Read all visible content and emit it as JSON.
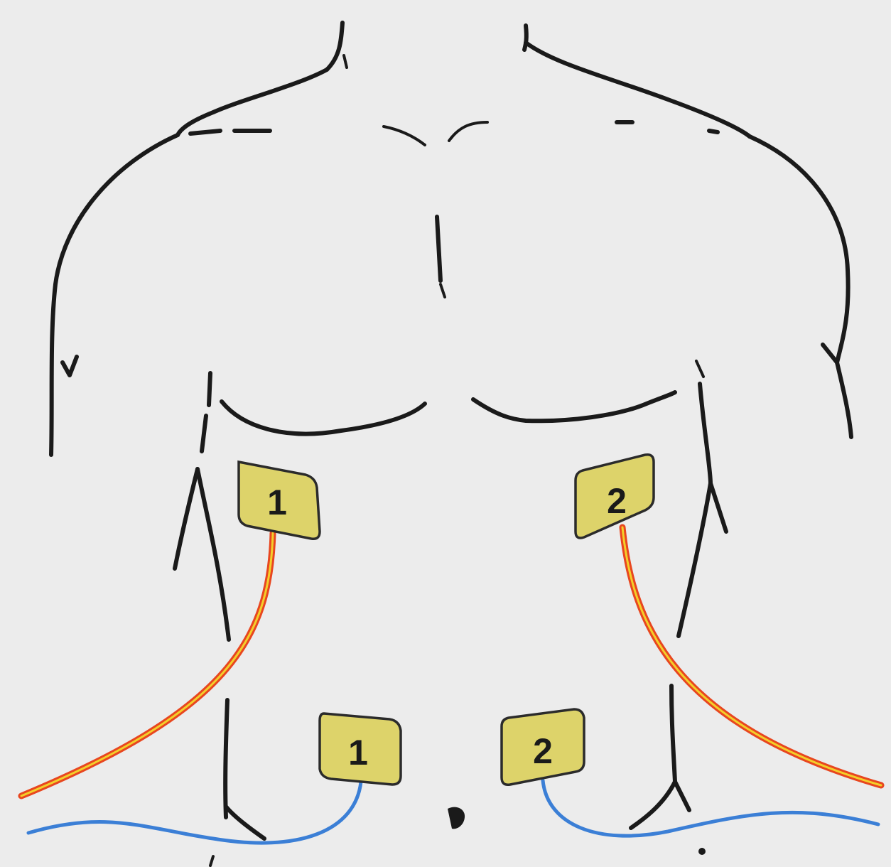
{
  "diagram": {
    "pads": [
      {
        "id": "upper-left",
        "label": "1",
        "color": "#ddd36a"
      },
      {
        "id": "upper-right",
        "label": "2",
        "color": "#ddd36a"
      },
      {
        "id": "lower-left",
        "label": "1",
        "color": "#ddd36a"
      },
      {
        "id": "lower-right",
        "label": "2",
        "color": "#ddd36a"
      }
    ],
    "wires": {
      "upper_color": "#e8461f",
      "upper_stripe_color": "#f3cf2a",
      "lower_color": "#3b7fd6"
    },
    "outline_color": "#1a1a1a",
    "background": "#ececec"
  }
}
